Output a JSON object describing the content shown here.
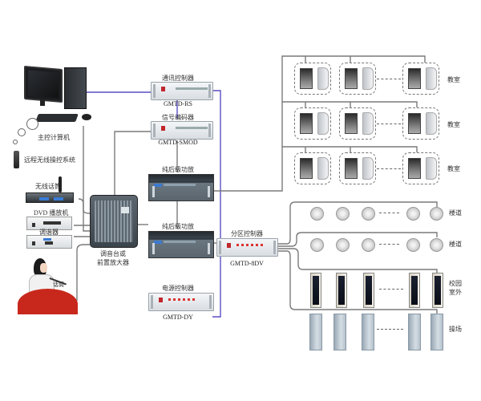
{
  "diagram": {
    "title": "",
    "left_equipment": {
      "host_pc": {
        "label": "主控计算机",
        "icon": "desktop-computer-icon"
      },
      "remote_system": {
        "label": "远程无线操控系统",
        "icon": "remote-control-icon"
      },
      "wireless_mic": {
        "label": "无线话筒",
        "icon": "wireless-microphone-icon"
      },
      "dvd_player": {
        "label": "DVD 播放机",
        "icon": "dvd-player-icon"
      },
      "tuner": {
        "label": "调谐器",
        "icon": "tuner-icon"
      },
      "microphone": {
        "label": "话筒",
        "icon": "microphone-podium-icon"
      },
      "mixer": {
        "label_line1": "调音台或",
        "label_line2": "前置放大器",
        "icon": "mixer-icon"
      }
    },
    "center_equipment": {
      "comm_controller": {
        "label": "通讯控制器",
        "model": "GMTD-RS"
      },
      "signal_encoder": {
        "label": "信号编码器",
        "model": "GMTD-SMOD"
      },
      "amp_1": {
        "label": "纯后级功放"
      },
      "amp_2": {
        "label": "纯后级功放"
      },
      "power_controller": {
        "label": "电源控制器",
        "model": "GMTD-DY"
      },
      "zone_controller": {
        "label": "分区控制器",
        "model": "GMTD-8DV"
      }
    },
    "zones": [
      {
        "label": "教室",
        "type": "classroom"
      },
      {
        "label": "教室",
        "type": "classroom"
      },
      {
        "label": "教室",
        "type": "classroom"
      },
      {
        "label": "楼道",
        "type": "corridor"
      },
      {
        "label": "楼道",
        "type": "corridor"
      },
      {
        "label": "校园室外",
        "line1": "校园",
        "line2": "室外",
        "type": "outdoor"
      },
      {
        "label": "操场",
        "type": "playground"
      }
    ],
    "colors": {
      "control_wire": "#5a4fc4",
      "audio_wire": "#7a7a7a",
      "podium": "#c8281c"
    }
  }
}
